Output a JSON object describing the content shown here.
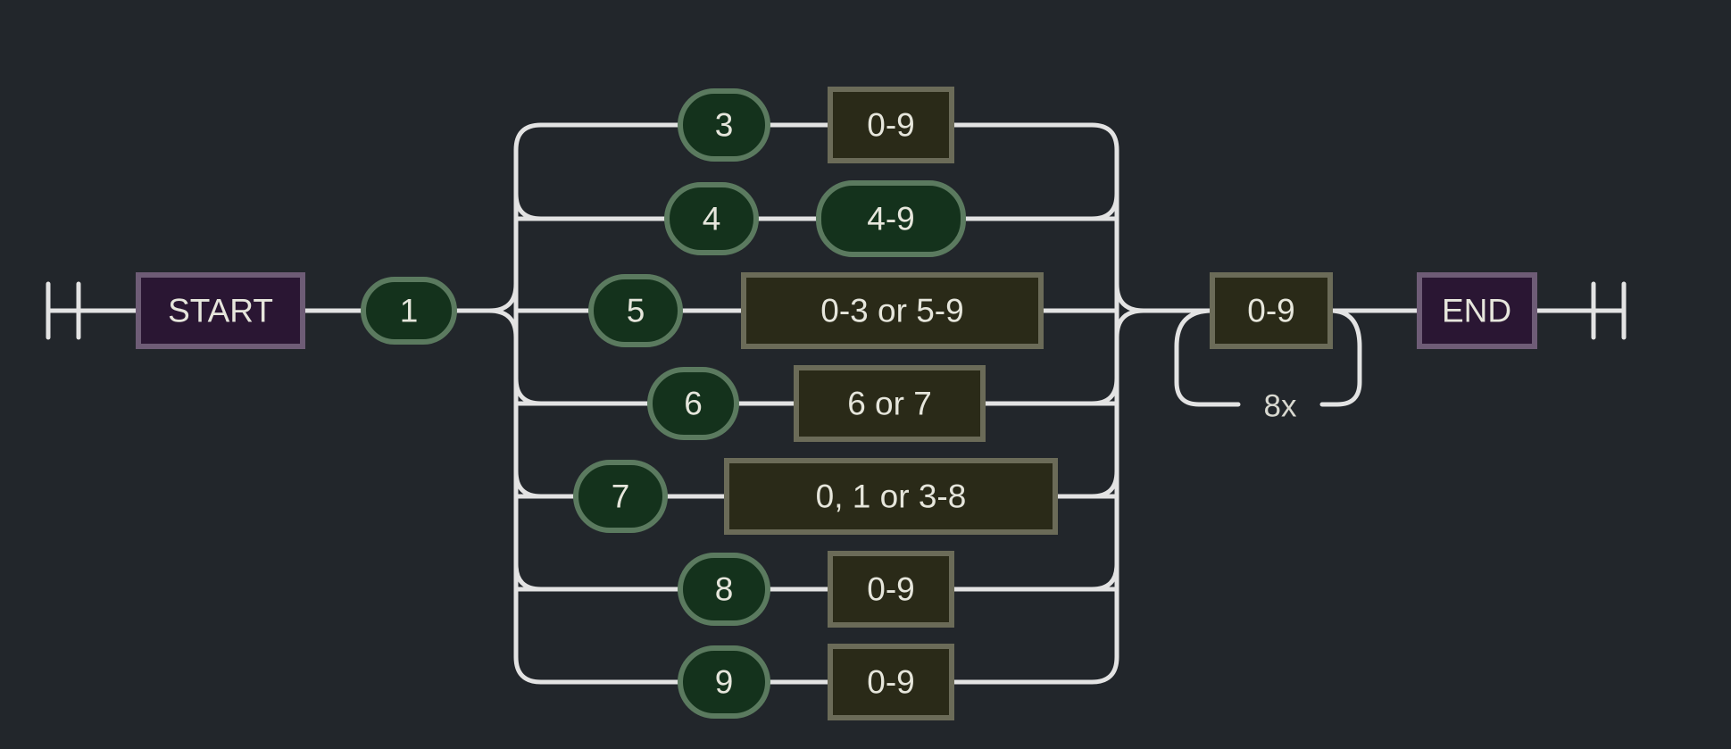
{
  "diagram": {
    "start": "START",
    "end": "END",
    "first_digit": "1",
    "branches": [
      {
        "digit": "3",
        "range": "0-9",
        "range_shape": "box"
      },
      {
        "digit": "4",
        "range": "4-9",
        "range_shape": "pill"
      },
      {
        "digit": "5",
        "range": "0-3 or 5-9",
        "range_shape": "box"
      },
      {
        "digit": "6",
        "range": "6 or 7",
        "range_shape": "box"
      },
      {
        "digit": "7",
        "range": "0, 1 or 3-8",
        "range_shape": "box"
      },
      {
        "digit": "8",
        "range": "0-9",
        "range_shape": "box"
      },
      {
        "digit": "9",
        "range": "0-9",
        "range_shape": "box"
      }
    ],
    "repeat_box": "0-9",
    "repeat_label": "8x"
  },
  "colors": {
    "background": "#22262b",
    "track": "#e3e3e3",
    "anchor_fill": "#2a1633",
    "anchor_stroke": "#6e5c76",
    "digit_fill": "#14321c",
    "digit_stroke": "#5b7a5f",
    "range_fill": "#2a2a18",
    "range_stroke": "#6b6b58"
  }
}
